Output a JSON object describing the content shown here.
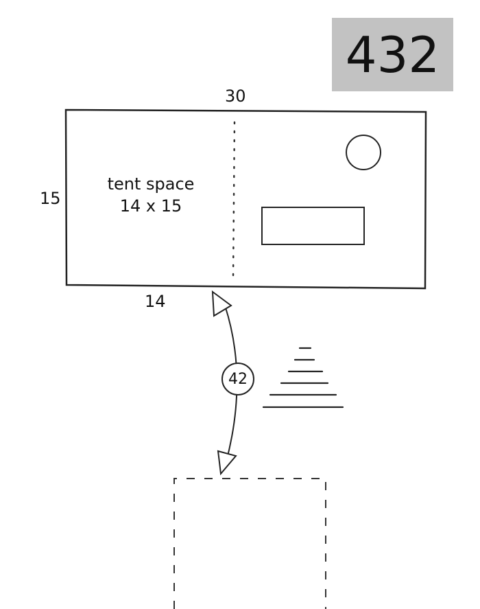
{
  "site_number": "432",
  "badge_color": "#c2c2c2",
  "site": {
    "width_label": "30",
    "depth_label": "15",
    "tent_width_label": "14",
    "tent_label_line1": "tent space",
    "tent_label_line2": "14 x 15"
  },
  "distance": {
    "label": "42"
  },
  "icons": [
    "fire-ring-icon",
    "picnic-table-icon",
    "tree-icon",
    "parking-area-icon",
    "double-arrow-icon"
  ]
}
